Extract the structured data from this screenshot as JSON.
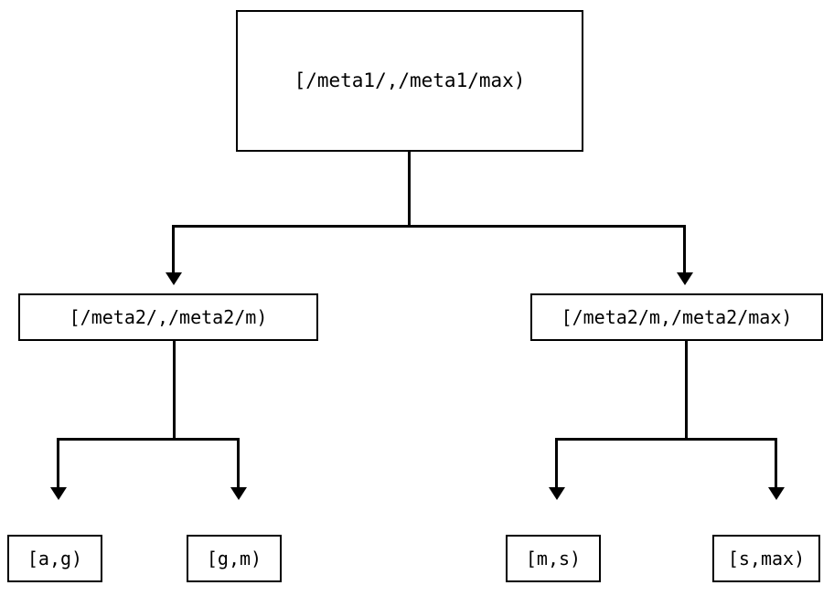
{
  "diagram": {
    "type": "tree",
    "orientation": "top-down",
    "background_color": "#ffffff",
    "line_color": "#000000",
    "text_color": "#000000",
    "nodes": {
      "root": {
        "label": "[/meta1/,/meta1/max)",
        "level": 1
      },
      "meta2_low": {
        "label": "[/meta2/,/meta2/m)",
        "level": 2
      },
      "meta2_high": {
        "label": "[/meta2/m,/meta2/max)",
        "level": 2
      },
      "leaf_ag": {
        "label": "[a,g)",
        "level": 3
      },
      "leaf_gm": {
        "label": "[g,m)",
        "level": 3
      },
      "leaf_ms": {
        "label": "[m,s)",
        "level": 3
      },
      "leaf_smax": {
        "label": "[s,max)",
        "level": 3
      }
    },
    "edges": [
      {
        "from": "root",
        "to": "meta2_low",
        "arrow": "down-triangle"
      },
      {
        "from": "root",
        "to": "meta2_high",
        "arrow": "down-triangle"
      },
      {
        "from": "meta2_low",
        "to": "leaf_ag",
        "arrow": "down-triangle"
      },
      {
        "from": "meta2_low",
        "to": "leaf_gm",
        "arrow": "down-triangle"
      },
      {
        "from": "meta2_high",
        "to": "leaf_ms",
        "arrow": "down-triangle"
      },
      {
        "from": "meta2_high",
        "to": "leaf_smax",
        "arrow": "down-triangle"
      }
    ]
  }
}
